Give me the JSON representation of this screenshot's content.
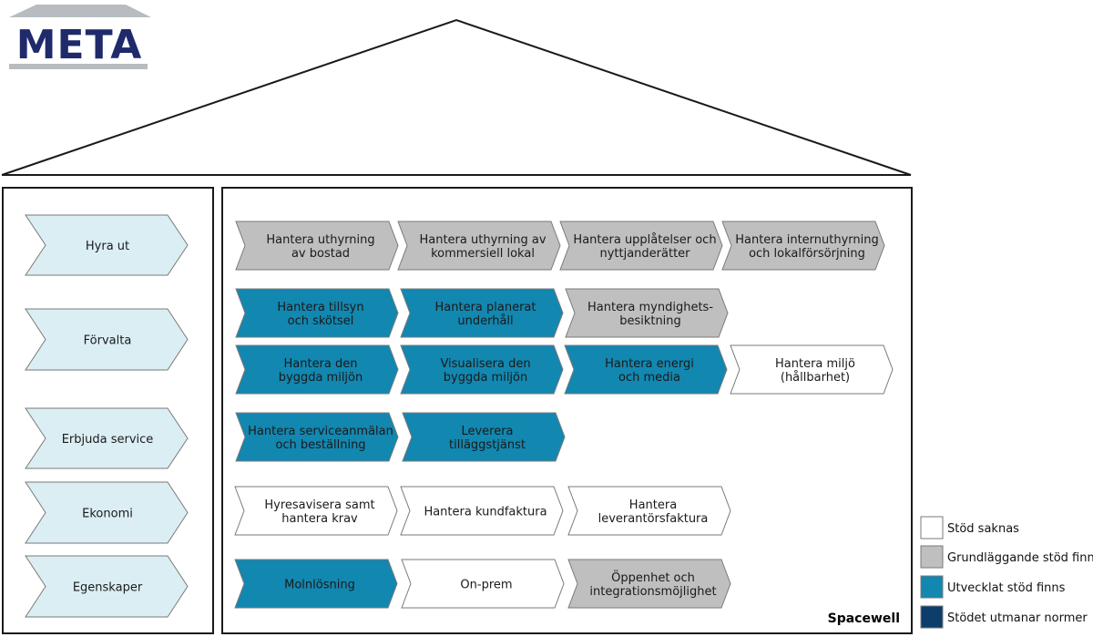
{
  "logo": {
    "text": "META",
    "color": "#1f2a6b",
    "roof_color": "#b8bcc0"
  },
  "vendor": "Spacewell",
  "colors": {
    "none": "#ffffff",
    "basic": "#bfbfbf",
    "developed": "#1287b0",
    "challenging": "#0d3d6b",
    "category": "#dbeef4",
    "stroke": "#7a7a7a"
  },
  "categories": [
    {
      "label": "Hyra ut"
    },
    {
      "label": "Förvalta"
    },
    {
      "label": "Erbjuda service"
    },
    {
      "label": "Ekonomi"
    },
    {
      "label": "Egenskaper"
    }
  ],
  "processes": [
    {
      "lines": [
        "Hantera uthyrning",
        "av bostad"
      ],
      "status": "basic"
    },
    {
      "lines": [
        "Hantera uthyrning av",
        "kommersiell lokal"
      ],
      "status": "basic"
    },
    {
      "lines": [
        "Hantera upplåtelser och",
        "nyttjanderätter"
      ],
      "status": "basic"
    },
    {
      "lines": [
        "Hantera internuthyrning",
        "och lokalförsörjning"
      ],
      "status": "basic"
    },
    {
      "lines": [
        "Hantera tillsyn",
        "och skötsel"
      ],
      "status": "developed"
    },
    {
      "lines": [
        "Hantera planerat",
        "underhåll"
      ],
      "status": "developed"
    },
    {
      "lines": [
        "Hantera myndighets-",
        "besiktning"
      ],
      "status": "basic"
    },
    {
      "lines": [
        "Hantera den",
        "byggda miljön"
      ],
      "status": "developed"
    },
    {
      "lines": [
        "Visualisera den",
        "byggda miljön"
      ],
      "status": "developed"
    },
    {
      "lines": [
        "Hantera energi",
        "och media"
      ],
      "status": "developed"
    },
    {
      "lines": [
        "Hantera miljö",
        "(hållbarhet)"
      ],
      "status": "none"
    },
    {
      "lines": [
        "Hantera serviceanmälan",
        "och beställning"
      ],
      "status": "developed"
    },
    {
      "lines": [
        "Leverera",
        "tilläggstjänst"
      ],
      "status": "developed"
    },
    {
      "lines": [
        "Hyresavisera samt",
        "hantera krav"
      ],
      "status": "none"
    },
    {
      "lines": [
        "Hantera kundfaktura"
      ],
      "status": "none"
    },
    {
      "lines": [
        "Hantera",
        "leverantörsfaktura"
      ],
      "status": "none"
    },
    {
      "lines": [
        "Molnlösning"
      ],
      "status": "developed"
    },
    {
      "lines": [
        "On-prem"
      ],
      "status": "none"
    },
    {
      "lines": [
        "Öppenhet och",
        "integrationsmöjlighet"
      ],
      "status": "basic"
    }
  ],
  "legend": [
    {
      "label": "Stöd saknas",
      "status": "none"
    },
    {
      "label": "Grundläggande stöd finns",
      "status": "basic"
    },
    {
      "label": "Utvecklat stöd finns",
      "status": "developed"
    },
    {
      "label": "Stödet utmanar normer",
      "status": "challenging"
    }
  ]
}
